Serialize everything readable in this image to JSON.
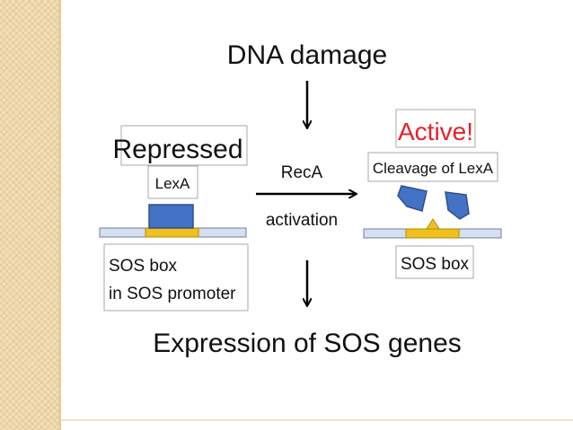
{
  "diagram": {
    "top_label": "DNA damage",
    "bottom_label": "Expression of SOS genes",
    "center_top": "RecA",
    "center_bottom": "activation",
    "left": {
      "state": "Repressed",
      "protein": "LexA",
      "box_line1": "SOS box",
      "box_line2": "in SOS promoter"
    },
    "right": {
      "state": "Active!",
      "caption": "Cleavage of LexA",
      "box": "SOS box"
    }
  },
  "colors": {
    "stripe": "#f2ddb4",
    "protein_blue": "#4472c4",
    "operator_yellow": "#f0c020",
    "active_red": "#e8202a",
    "dna_fill": "#d6e0f0"
  }
}
